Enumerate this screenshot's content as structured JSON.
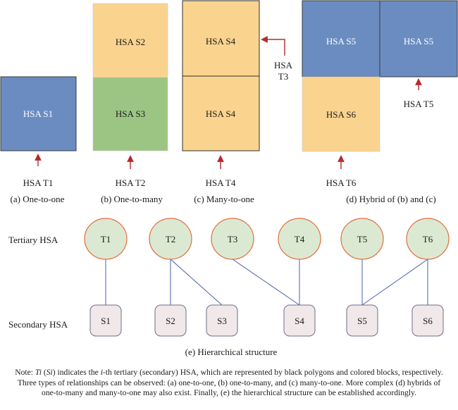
{
  "colors": {
    "blue_block": "#6a8cc1",
    "orange_block": "#fad48f",
    "green_block": "#9cc583",
    "node_fill": "#dbe9d2",
    "node_border": "#e46d3c",
    "secondary_fill": "#f1e8ea",
    "secondary_border": "#6e6e8a",
    "edge": "#4a5fa8",
    "arrow": "#b52b2b"
  },
  "blocks": {
    "s1": "HSA S1",
    "s2": "HSA S2",
    "s3": "HSA S3",
    "s4_top": "HSA S4",
    "s4_bottom": "HSA S4",
    "s5_left": "HSA S5",
    "s5_right": "HSA S5",
    "s6": "HSA S6"
  },
  "arrows": {
    "t1": "HSA T1",
    "t2": "HSA T2",
    "t3_line1": "HSA",
    "t3_line2": "T3",
    "t4": "HSA T4",
    "t5": "HSA T5",
    "t6": "HSA T6"
  },
  "captions": {
    "a": "(a) One-to-one",
    "b": "(b) One-to-many",
    "c": "(c) Many-to-one",
    "d": "(d) Hybrid of (b) and (c)",
    "e": "(e) Hierarchical structure"
  },
  "hierarchy": {
    "tertiary_label": "Tertiary HSA",
    "secondary_label": "Secondary HSA",
    "tertiary_nodes": [
      "T1",
      "T2",
      "T3",
      "T4",
      "T5",
      "T6"
    ],
    "secondary_nodes": [
      "S1",
      "S2",
      "S3",
      "S4",
      "S5",
      "S6"
    ],
    "edges": [
      [
        "T1",
        "S1"
      ],
      [
        "T2",
        "S2"
      ],
      [
        "T2",
        "S3"
      ],
      [
        "T3",
        "S4"
      ],
      [
        "T4",
        "S4"
      ],
      [
        "T5",
        "S5"
      ],
      [
        "T6",
        "S5"
      ],
      [
        "T6",
        "S6"
      ]
    ]
  },
  "note": {
    "prefix": "Note: ",
    "ti": "Ti",
    "paren_open": " (",
    "si": "Si",
    "mid1": ") indicates the ",
    "i": "i",
    "rest": "-th tertiary (secondary) HSA, which are represented by black polygons and colored blocks, respectively. Three types of relationships can be observed: (a) one-to-one, (b) one-to-many, and (c) many-to-one. More complex (d) hybrids of one-to-many and many-to-one may also exist. Finally, (e) the hierarchical structure can be established accordingly."
  }
}
